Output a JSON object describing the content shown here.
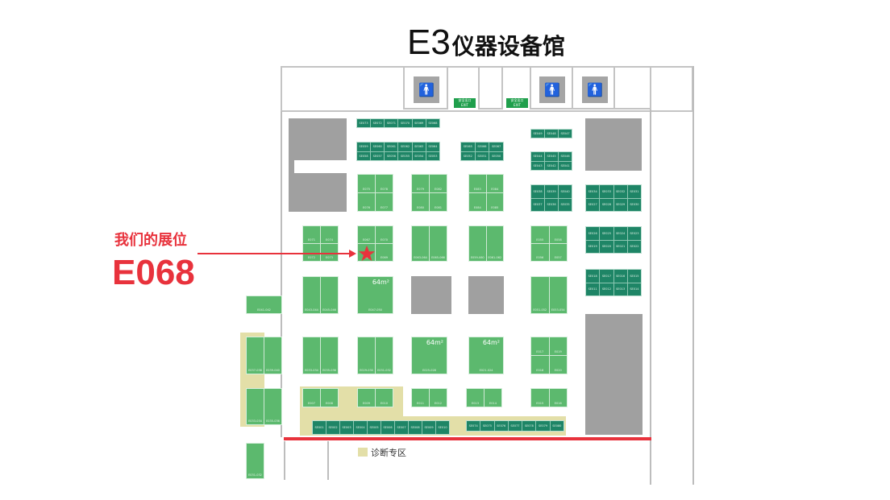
{
  "title": {
    "hall_code": "E3",
    "hall_name": "仪器设备馆"
  },
  "annotation": {
    "caption": "我们的展位",
    "booth": "E068"
  },
  "exits": [
    {
      "cn": "安全出口",
      "en": "EXIT"
    },
    {
      "cn": "安全出口",
      "en": "EXIT"
    }
  ],
  "legend": {
    "label": "诊断专区",
    "color": "#e3dfa8"
  },
  "colors": {
    "standard_booth": "#5cb96e",
    "small_booth": "#1e8566",
    "highlight": "#e8323c",
    "reserved": "#a0a0a0"
  },
  "area_labels": [
    "64m²",
    "64m²",
    "64m²"
  ],
  "booth_blocks": [
    [
      "SE073",
      "SE072",
      "SE071",
      "SE070",
      "SE069",
      "SE068"
    ],
    [
      "SE059",
      "SE060",
      "SE061",
      "SE062",
      "SE063",
      "SE064",
      "SE058",
      "SE057",
      "SE056",
      "SE055",
      "SE054",
      "SE053"
    ],
    [
      "SE065",
      "SE066",
      "SE067",
      "SE052",
      "SE051",
      "SE050"
    ],
    [
      "SE049",
      "SE048",
      "SE047"
    ],
    [
      "SE044",
      "SE045",
      "SE046",
      "SE043",
      "SE042",
      "SE041"
    ],
    [
      "SE038",
      "SE039",
      "SE040",
      "SE037",
      "SE036",
      "SE035"
    ],
    [
      "SE034",
      "SE033",
      "SE032",
      "SE031",
      "SE027",
      "SE028",
      "SE029",
      "SE030"
    ],
    [
      "SE026",
      "SE025",
      "SE024",
      "SE023",
      "SE019",
      "SE020",
      "SE021",
      "SE022"
    ],
    [
      "SE018",
      "SE017",
      "SE016",
      "SE015",
      "SE011",
      "SE012",
      "SE013",
      "SE014"
    ],
    [
      "E075",
      "E078",
      "E076",
      "E077"
    ],
    [
      "E079",
      "E082",
      "E080",
      "E081"
    ],
    [
      "E083",
      "E084",
      "E084",
      "E085"
    ],
    [
      "E071",
      "E074",
      "E072",
      "E073"
    ],
    [
      "E067",
      "E070",
      "E068",
      "E069"
    ],
    [
      "E063-064",
      "E065-066"
    ],
    [
      "E059-060",
      "E061-062"
    ],
    [
      "E055",
      "E058",
      "E056",
      "E057"
    ],
    [
      "E043-044",
      "E045-046"
    ],
    [
      "E047-050"
    ],
    [
      "E051-052",
      "E053-054"
    ],
    [
      "E041-042"
    ],
    [
      "E037-038",
      "E039-040"
    ],
    [
      "E033-034",
      "E035-036"
    ],
    [
      "E031-032"
    ],
    [
      "E033-034",
      "E035-036"
    ],
    [
      "E029-030",
      "E031-032"
    ],
    [
      "E025-028"
    ],
    [
      "E021-024"
    ],
    [
      "E017",
      "E019",
      "E018",
      "E020"
    ],
    [
      "E007",
      "E008"
    ],
    [
      "E009",
      "E010"
    ],
    [
      "E011",
      "E012"
    ],
    [
      "E013",
      "E014"
    ],
    [
      "E015",
      "E016"
    ],
    [
      "SE001",
      "SE002",
      "SE003",
      "SE004",
      "SE005",
      "SE006",
      "SE007",
      "SE008",
      "SE009",
      "SE010"
    ],
    [
      "SE074",
      "SE075",
      "SE076",
      "SE077",
      "SE078",
      "SE079",
      "SE080"
    ]
  ]
}
